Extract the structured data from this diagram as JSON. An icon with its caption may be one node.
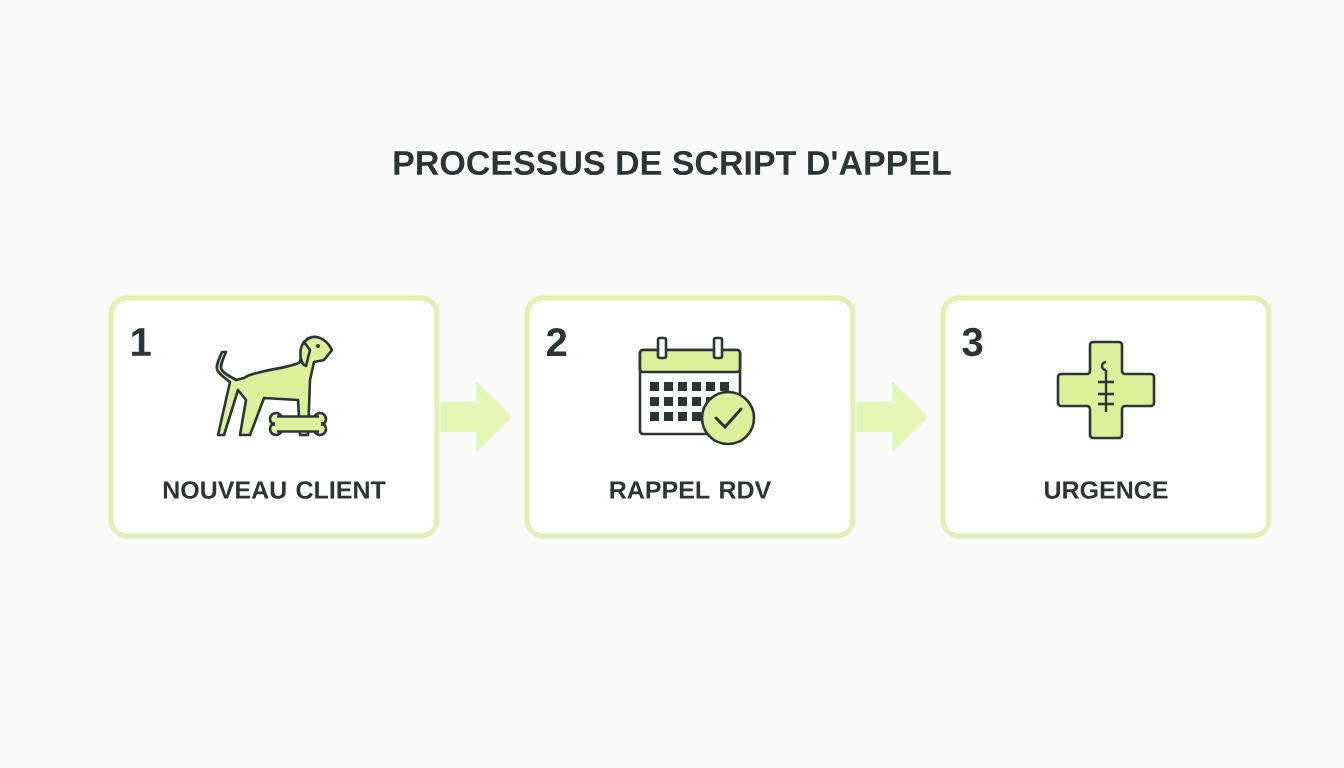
{
  "diagram": {
    "title": "PROCESSUS DE SCRIPT D'APPEL",
    "nodes": [
      {
        "text": [
          "1",
          "NOUVEAU CLIENT"
        ]
      },
      {
        "text": [
          "2",
          "RAPPEL RDV"
        ]
      },
      {
        "text": [
          "3",
          "URGENCE"
        ]
      }
    ],
    "edges": [
      {
        "from": 0,
        "to": 1,
        "arrow": "to"
      },
      {
        "from": 1,
        "to": 2,
        "arrow": "to"
      }
    ]
  }
}
